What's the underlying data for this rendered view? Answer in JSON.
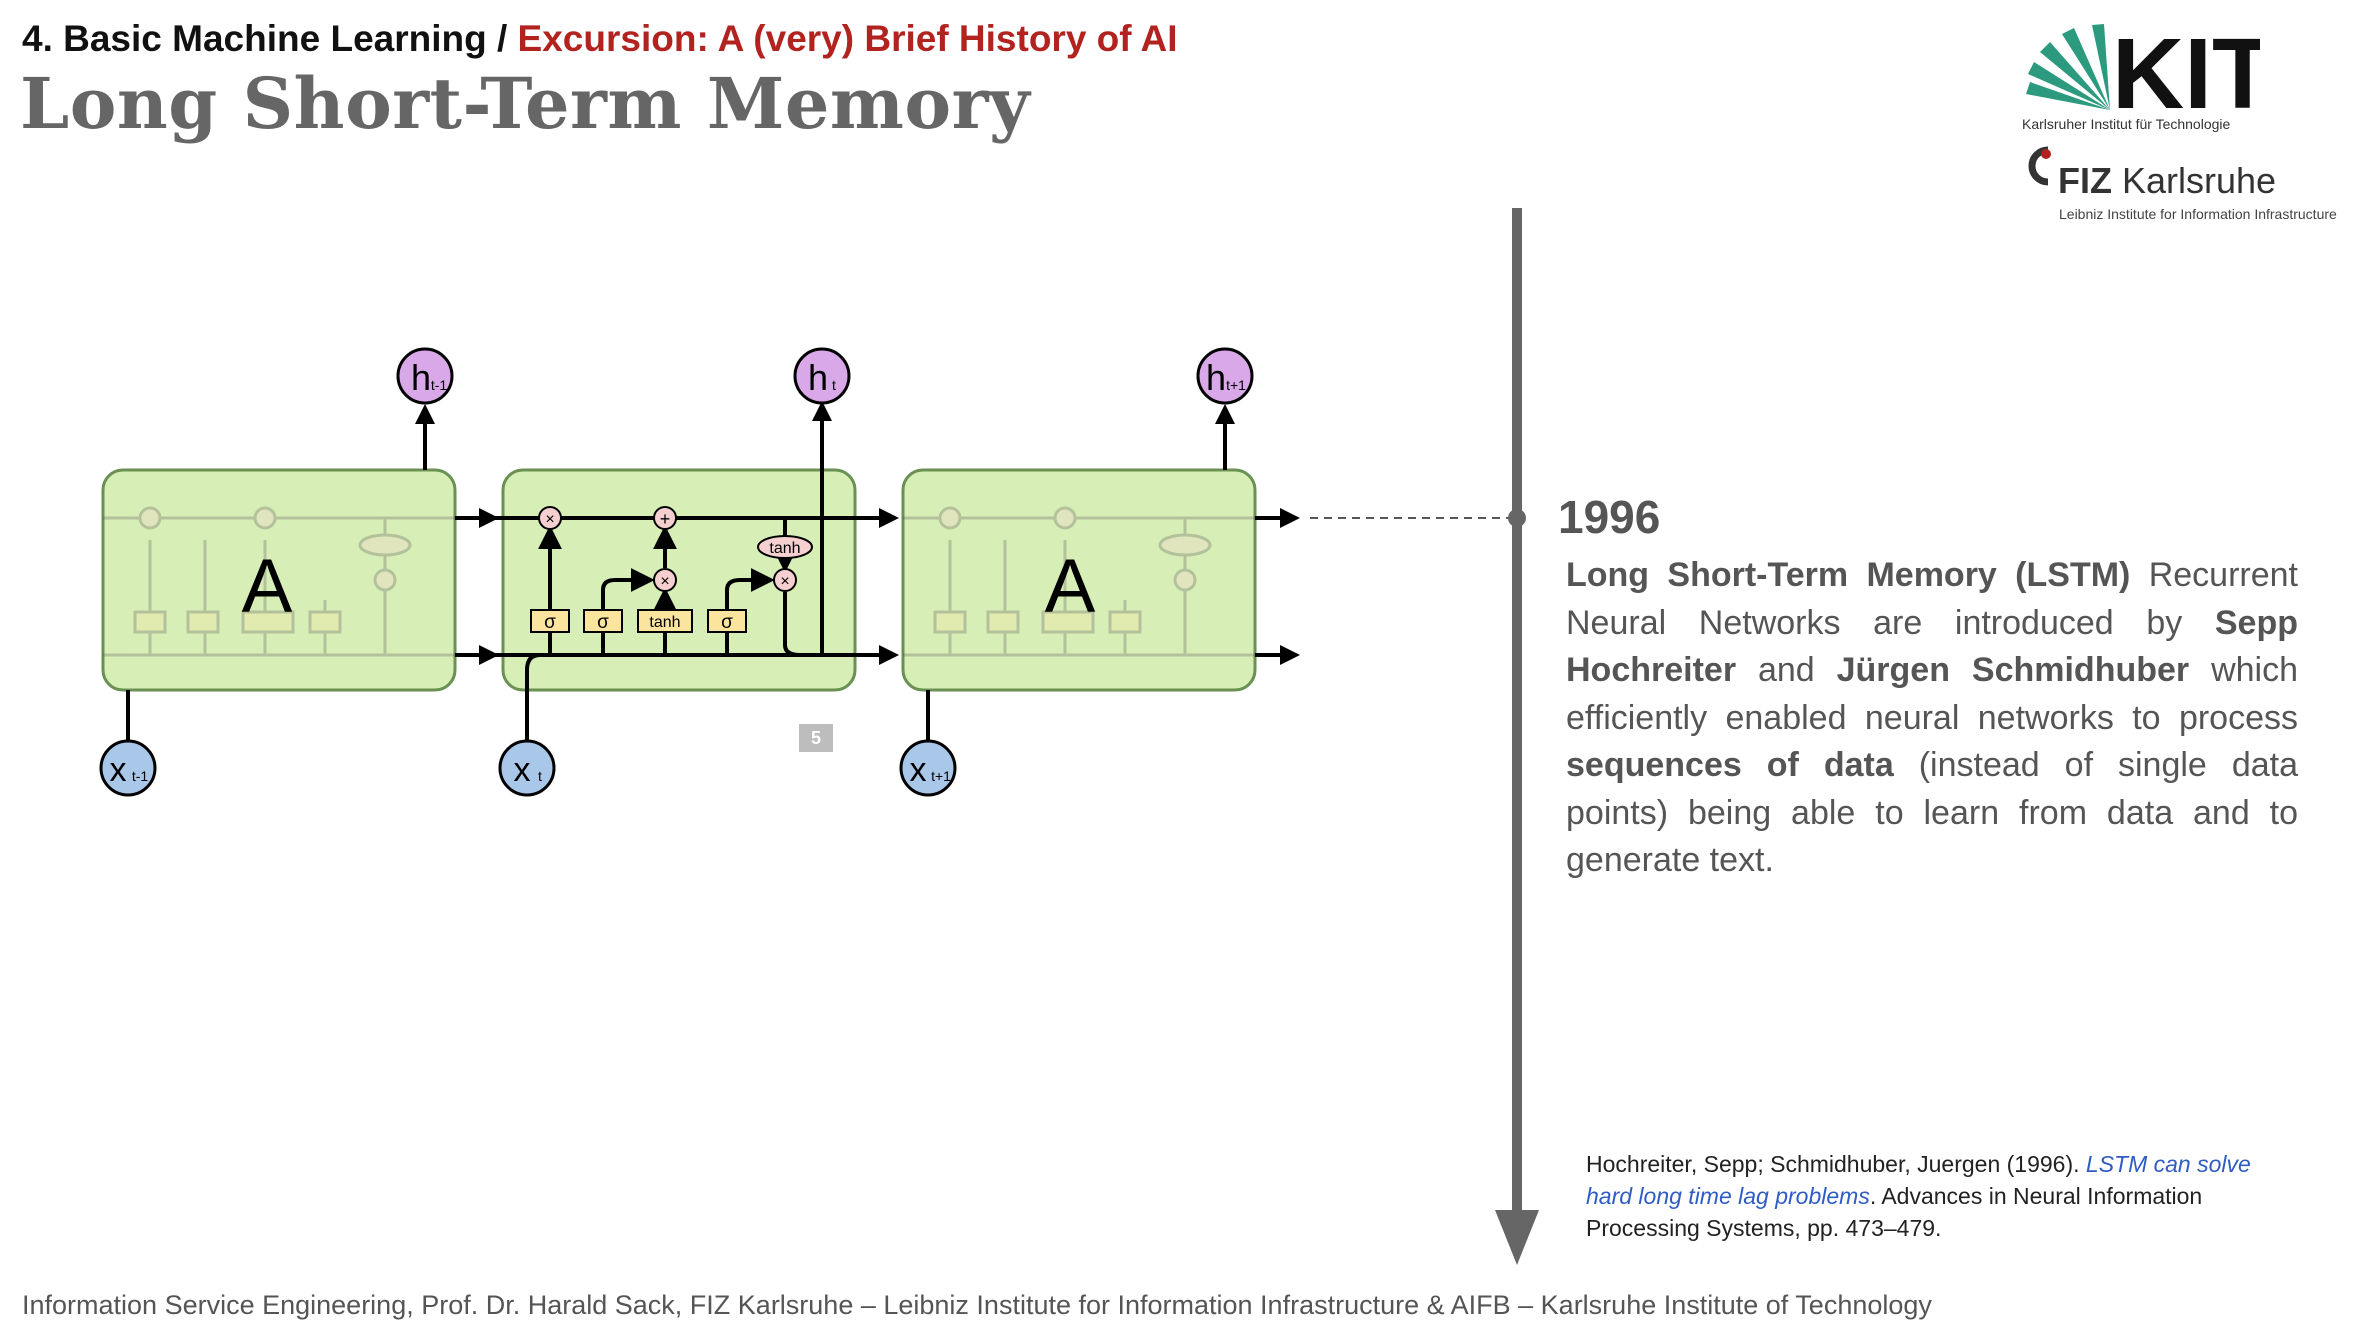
{
  "header": {
    "breadcrumb_main": "4. Basic Machine Learning / ",
    "breadcrumb_sub": "Excursion: A (very) Brief History of AI",
    "title": "Long Short-Term Memory"
  },
  "logos": {
    "kit_text": "KIT",
    "kit_subtitle": "Karlsruher Institut für Technologie",
    "fiz_bold": "FIZ",
    "fiz_name": " Karlsruhe",
    "fiz_subtitle": "Leibniz Institute for Information Infrastructure"
  },
  "diagram": {
    "cell_label": "A",
    "h_labels": [
      {
        "base": "h",
        "sub": "t-1"
      },
      {
        "base": "h",
        "sub": "t"
      },
      {
        "base": "h",
        "sub": "t+1"
      }
    ],
    "x_labels": [
      {
        "base": "x",
        "sub": "t-1"
      },
      {
        "base": "x",
        "sub": "t"
      },
      {
        "base": "x",
        "sub": "t+1"
      }
    ],
    "gates": [
      "σ",
      "σ",
      "tanh",
      "σ"
    ],
    "ops": {
      "multiply": "×",
      "add": "+",
      "tanh": "tanh"
    },
    "colors": {
      "cell": "#d8eeb7",
      "cell_border": "#6a9152",
      "h_node": "#d8a8e8",
      "x_node": "#a9c7e8",
      "gate": "#fbe49e",
      "op": "#f6d0d0"
    }
  },
  "timeline": {
    "year": "1996",
    "description_html_parts": [
      {
        "text": "Long Short-Term Memory (LSTM)",
        "bold": true
      },
      {
        "text": " Recurrent Neural Networks are introduced by ",
        "bold": false
      },
      {
        "text": "Sepp Hochreiter",
        "bold": true
      },
      {
        "text": " and ",
        "bold": false
      },
      {
        "text": "Jürgen Schmidhuber",
        "bold": true
      },
      {
        "text": " which efficiently enabled neural networks to process ",
        "bold": false
      },
      {
        "text": "sequences of data",
        "bold": true
      },
      {
        "text": " (instead of single data points) being able to learn from data and to generate text.",
        "bold": false
      }
    ]
  },
  "reference": {
    "authors": "Hochreiter, Sepp; Schmidhuber, Juergen (1996). ",
    "link_text": "LSTM can solve hard long time lag problems",
    "rest": ". Advances in Neural Information Processing Systems, pp. 473–479."
  },
  "slide_number": "5",
  "footer": "Information Service Engineering, Prof. Dr. Harald Sack, FIZ Karlsruhe – Leibniz Institute for Information Infrastructure & AIFB – Karlsruhe Institute of Technology"
}
